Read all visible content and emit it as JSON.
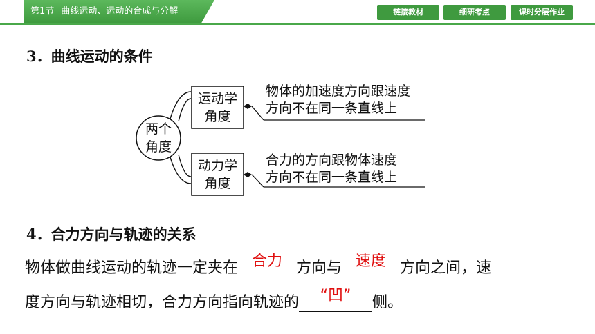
{
  "header": {
    "section": "第1节",
    "title": "曲线运动、运动的合成与分解",
    "nav": [
      "链接教材",
      "细研考点",
      "课时分层作业"
    ]
  },
  "section3": {
    "heading": "3．曲线运动的条件",
    "center": "两个角度",
    "center_line1": "两个",
    "center_line2": "角度",
    "branches": [
      {
        "box_line1": "运动学",
        "box_line2": "角度",
        "text_line1": "物体的加速度方向跟速度",
        "text_line2": "方向不在同一条直线上"
      },
      {
        "box_line1": "动力学",
        "box_line2": "角度",
        "text_line1": "合力的方向跟物体速度",
        "text_line2": "方向不在同一条直线上"
      }
    ]
  },
  "section4": {
    "heading": "4．合力方向与轨迹的关系",
    "line1_a": "物体做曲线运动的轨迹一定夹在",
    "line1_b": "方向与",
    "line1_c": "方向之间，速",
    "line2_a": "度方向与轨迹相切，合力方向指向轨迹的",
    "line2_b": "侧。",
    "answers": [
      "合力",
      "速度",
      "“凹”"
    ]
  },
  "colors": {
    "accent": "#4aa84a",
    "answer": "#e01010"
  }
}
